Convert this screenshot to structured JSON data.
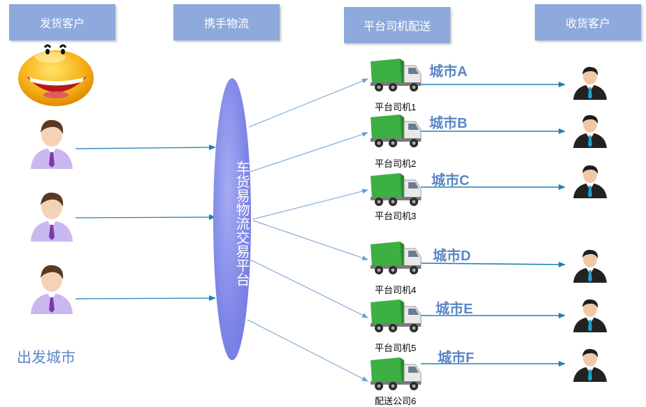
{
  "headers": {
    "shipper": "发货客户",
    "logistics": "携手物流",
    "drivers": "平台司机配送",
    "receiver": "收货客户"
  },
  "platform_label": "车货易物流交易平台",
  "origin_label": "出发城市",
  "routes": [
    {
      "driver": "平台司机1",
      "city": "城市A"
    },
    {
      "driver": "平台司机2",
      "city": "城市B"
    },
    {
      "driver": "平台司机3",
      "city": "城市C"
    },
    {
      "driver": "平台司机4",
      "city": "城市D"
    },
    {
      "driver": "平台司机5",
      "city": "城市E"
    },
    {
      "driver": "配送公司6",
      "city": "城市F"
    }
  ],
  "colors": {
    "header_bg": "#8ea9db",
    "platform": "#7f86e8",
    "arrow_dark": "#1f82b4",
    "arrow_light": "#6d9fce",
    "city_text": "#5b86c5",
    "truck_green": "#3cb043"
  }
}
